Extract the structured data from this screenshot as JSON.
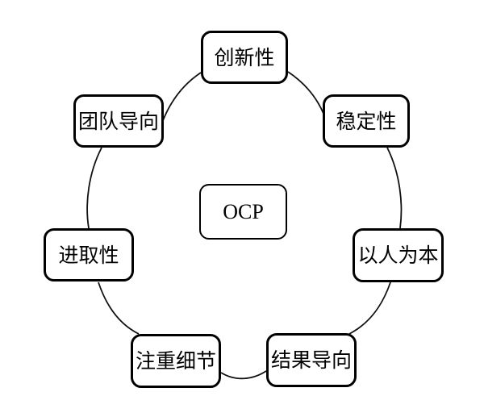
{
  "diagram": {
    "title": "OCP",
    "type": "circular-node-diagram",
    "center": {
      "id": "ocp",
      "label": "OCP"
    },
    "nodes": [
      {
        "id": "innovation",
        "label": "创新性",
        "position": "top"
      },
      {
        "id": "stability",
        "label": "稳定性",
        "position": "top-right"
      },
      {
        "id": "people",
        "label": "以人为本",
        "position": "right"
      },
      {
        "id": "results",
        "label": "结果导向",
        "position": "bottom-right"
      },
      {
        "id": "detail",
        "label": "注重细节",
        "position": "bottom-left"
      },
      {
        "id": "aggressive",
        "label": "进取性",
        "position": "left"
      },
      {
        "id": "team",
        "label": "团队导向",
        "position": "top-left"
      }
    ],
    "colors": {
      "background": "#ffffff",
      "node_border": "#000000",
      "node_fill": "#ffffff",
      "text": "#000000",
      "connector": "#111111"
    }
  }
}
